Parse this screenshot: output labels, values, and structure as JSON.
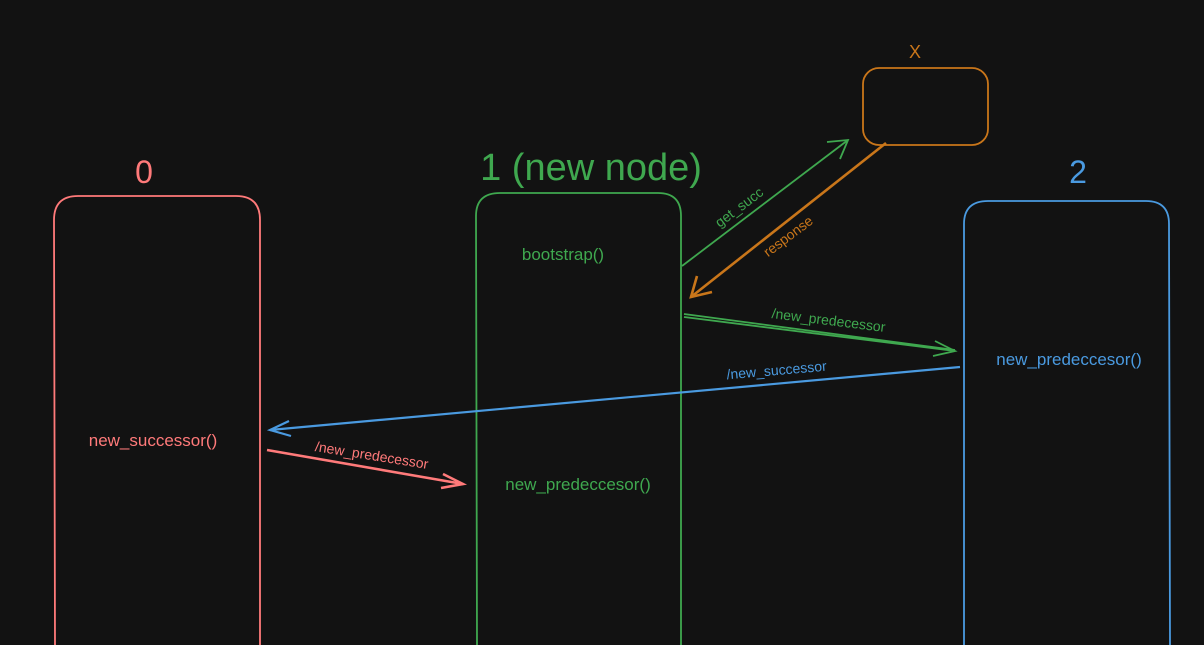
{
  "colors": {
    "background": "#121212",
    "node0": "#ff7a7a",
    "node1": "#3fa84f",
    "node2": "#4a9ae0",
    "nodeX": "#c9761a"
  },
  "nodes": {
    "node0": {
      "title": "0",
      "label": "new_successor()"
    },
    "node1": {
      "title": "1 (new node)",
      "label_top": "bootstrap()",
      "label_bottom": "new_predeccesor()"
    },
    "node2": {
      "title": "2",
      "label": "new_predeccesor()"
    },
    "nodeX": {
      "title": "X"
    }
  },
  "edges": {
    "get_succ": "get_succ",
    "response": "response",
    "new_predecessor_1_to_2": "/new_predecessor",
    "new_successor_2_to_0": "/new_successor",
    "new_predecessor_0_to_1": "/new_predecessor"
  }
}
